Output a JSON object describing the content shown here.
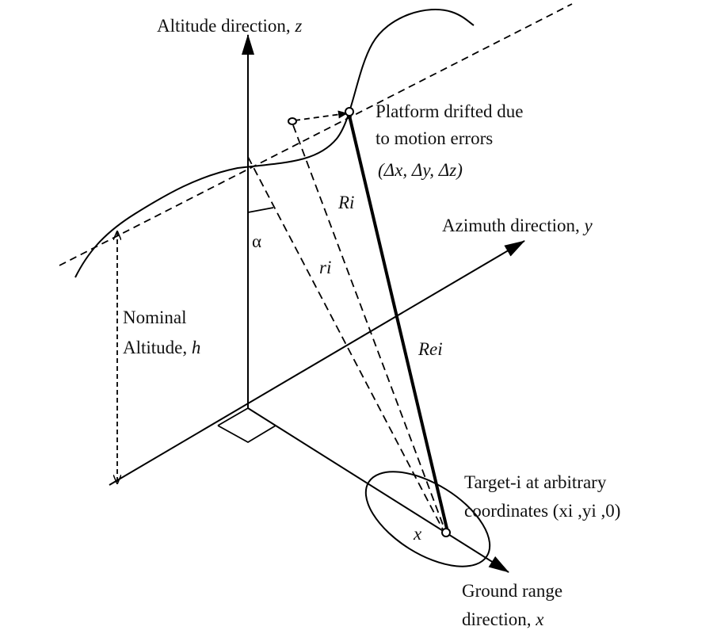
{
  "labels": {
    "altitude_axis": "Altitude direction, ",
    "altitude_var": "z",
    "azimuth_axis": "Azimuth direction, ",
    "azimuth_var": "y",
    "ground_range_line1": "Ground range",
    "ground_range_line2": "direction, ",
    "ground_range_var": "x",
    "platform_line1": "Platform drifted due",
    "platform_line2": "to motion errors",
    "platform_line3": "(Δx, Δy, Δz)",
    "nominal_line1": "Nominal",
    "nominal_line2": "Altitude, ",
    "nominal_var": "h",
    "target_line1": "Target-i at arbitrary",
    "target_line2": "coordinates (xi ,yi ,0)",
    "R_i": "Ri",
    "r_i": "ri",
    "R_ei": "Rei",
    "alpha": "α",
    "x_near_target": "x"
  }
}
